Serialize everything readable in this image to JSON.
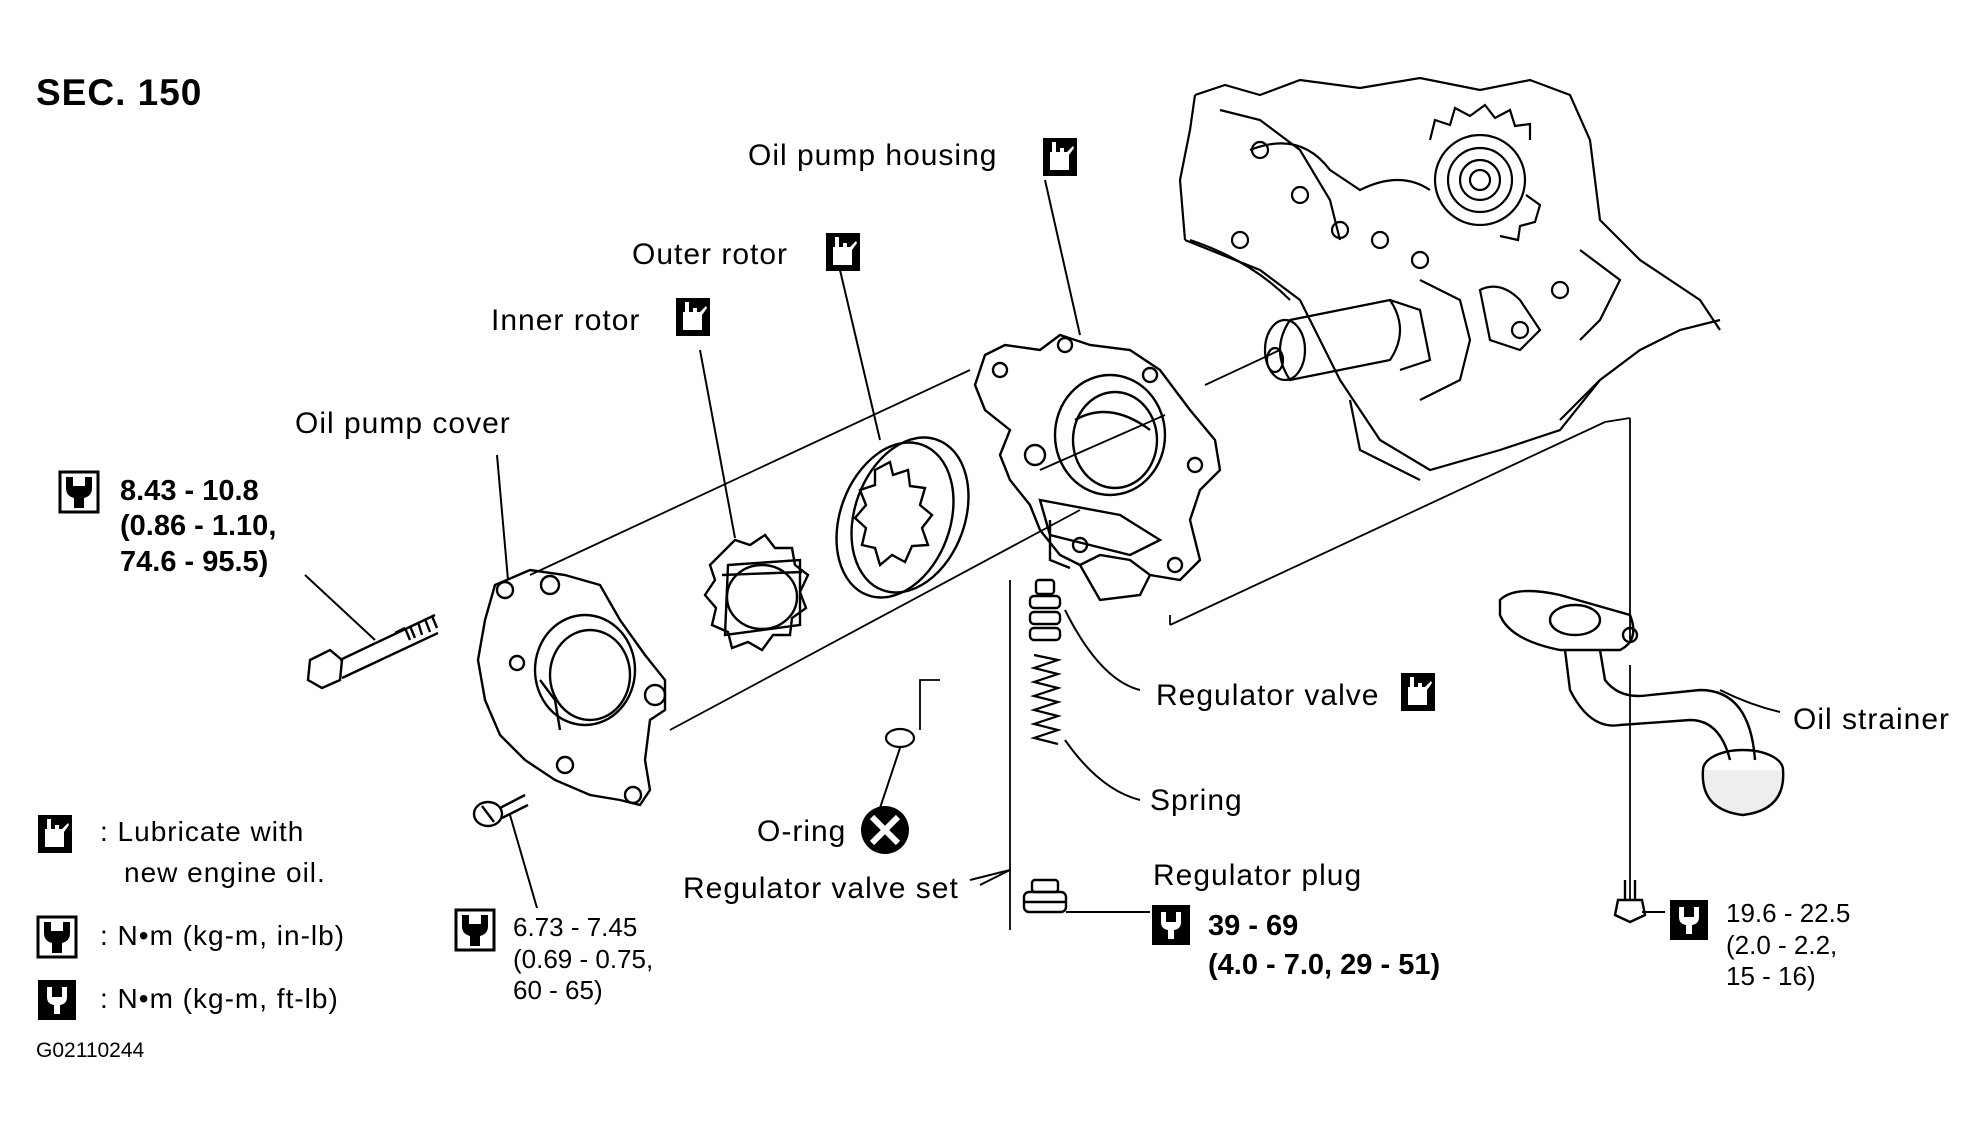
{
  "section": "SEC. 150",
  "figure_id": "G02110244",
  "parts": {
    "oil_pump_housing": "Oil pump housing",
    "outer_rotor": "Outer rotor",
    "inner_rotor": "Inner rotor",
    "oil_pump_cover": "Oil pump cover",
    "regulator_valve": "Regulator valve",
    "spring": "Spring",
    "o_ring": "O-ring",
    "regulator_valve_set": "Regulator valve set",
    "regulator_plug": "Regulator plug",
    "oil_strainer": "Oil strainer"
  },
  "torques": {
    "cover_bolt": [
      "8.43 - 10.8",
      "(0.86 - 1.10,",
      "74.6 - 95.5)"
    ],
    "cover_screw": [
      "6.73 - 7.45",
      "(0.69 - 0.75,",
      "60 - 65)"
    ],
    "regulator_plug": [
      "39 - 69",
      "(4.0 - 7.0, 29 - 51)"
    ],
    "strainer_bolt": [
      "19.6 - 22.5",
      "(2.0 - 2.2,",
      "15 - 16)"
    ]
  },
  "legend": {
    "lubricate_line1": ": Lubricate with",
    "lubricate_line2": "new engine oil.",
    "in_lb": ": N•m (kg-m, in-lb)",
    "ft_lb": ": N•m (kg-m, ft-lb)"
  },
  "icons": [
    "oil-can-icon",
    "torque-in-lb-icon",
    "torque-ft-lb-icon",
    "replace-x-icon"
  ]
}
